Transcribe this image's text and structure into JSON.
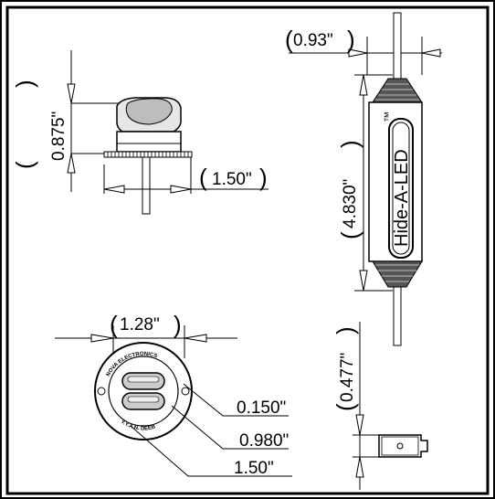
{
  "drawing": {
    "title": "",
    "dimensions": {
      "top_width": "0.93\"",
      "body_length": "4.830\"",
      "side_height": "0.875\"",
      "base_width": "1.50\"",
      "face_width": "1.28\"",
      "outer_dia": "1.50\"",
      "slot_width": "0.980\"",
      "slot_height": "0.150\"",
      "clip_height": "0.477\""
    },
    "text": {
      "brand": "Hide-A-LED",
      "trademark": "™",
      "ring_text_top": "NOVA ELECTRONICS",
      "ring_text_bottom": "Y.Y.A.N. DEEB"
    }
  }
}
